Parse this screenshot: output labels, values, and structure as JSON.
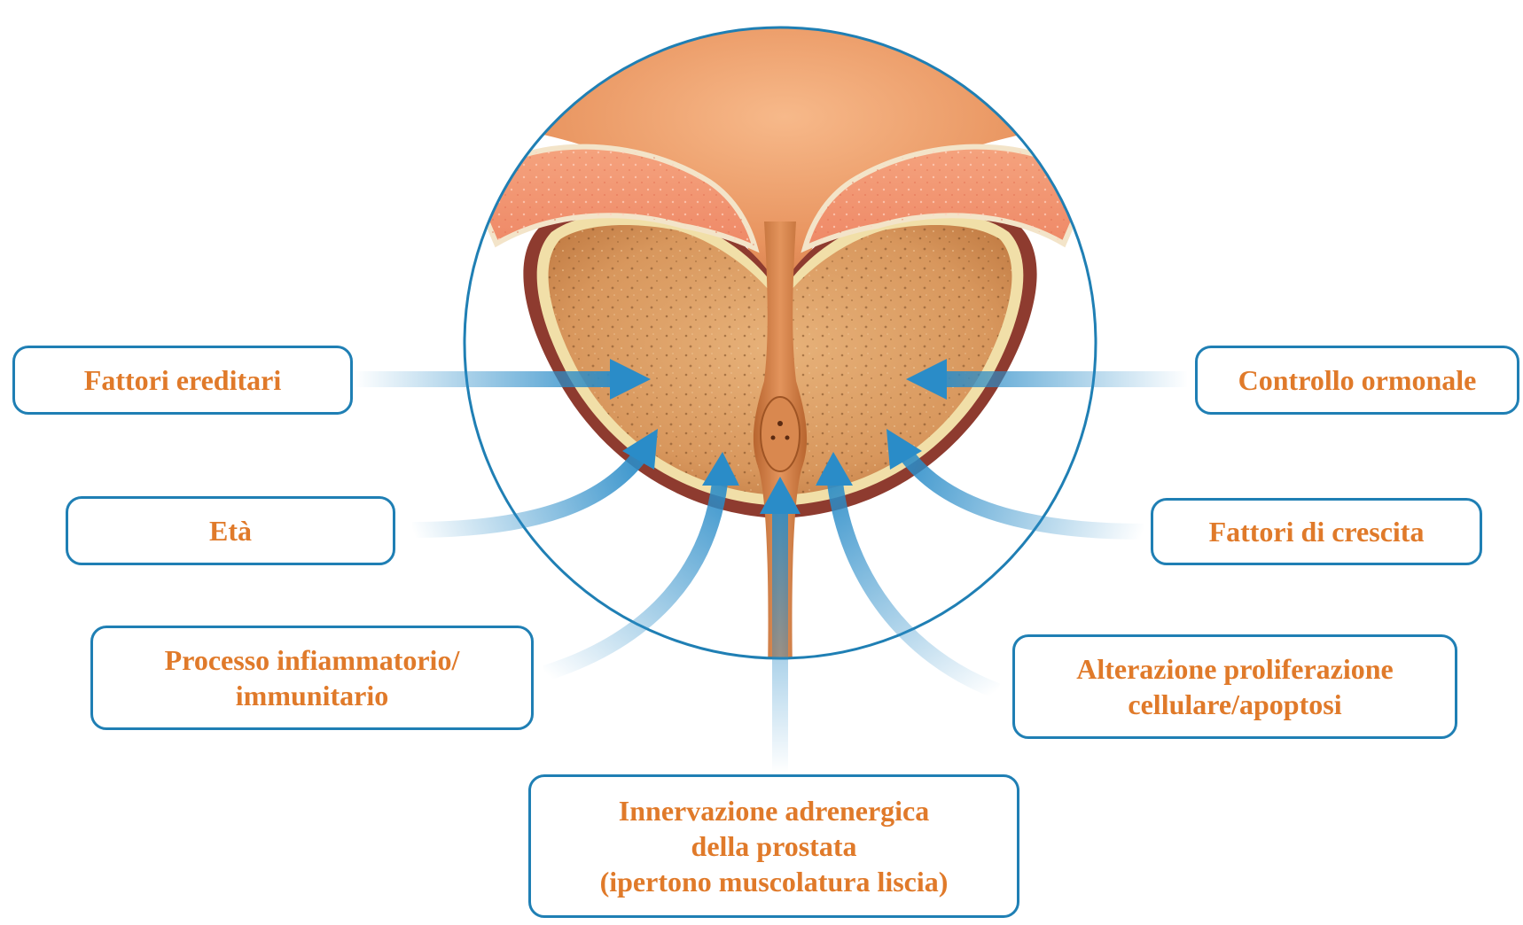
{
  "colors": {
    "border": "#1f7fb4",
    "label_text": "#e07a2a",
    "arrow": "#2a8cc8"
  },
  "factors": {
    "fattori_ereditari": {
      "lines": [
        "Fattori ereditari"
      ]
    },
    "eta": {
      "lines": [
        "Età"
      ]
    },
    "processo_infiammatorio": {
      "lines": [
        "Processo infiammatorio/",
        "immunitario"
      ]
    },
    "innervazione": {
      "lines": [
        "Innervazione adrenergica",
        "della prostata",
        "(ipertono muscolatura liscia)"
      ]
    },
    "alterazione": {
      "lines": [
        "Alterazione proliferazione",
        "cellulare/apoptosi"
      ]
    },
    "fattori_crescita": {
      "lines": [
        "Fattori di crescita"
      ]
    },
    "controllo_ormonale": {
      "lines": [
        "Controllo ormonale"
      ]
    }
  }
}
